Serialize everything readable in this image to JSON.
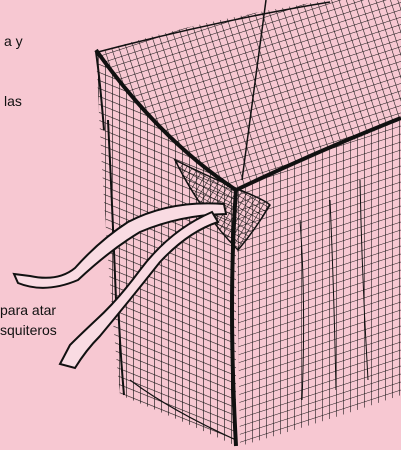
{
  "labels": {
    "top_partial": "a y",
    "left_partial": "las",
    "ribbon_line1": "para atar",
    "ribbon_line2": "squiteros"
  },
  "colors": {
    "background": "#f7c8d2",
    "ink": "#111111",
    "ribbon_fill": "#f9dbe2"
  }
}
